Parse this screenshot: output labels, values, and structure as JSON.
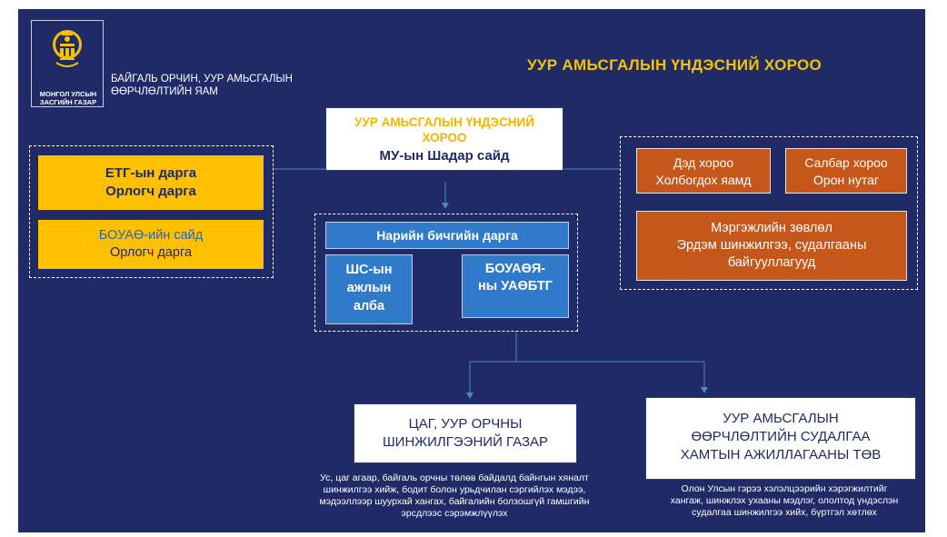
{
  "header": {
    "logo_text": "МОНГОЛ УЛСЫН ЗАСГИЙН ГАЗАР",
    "ministry": "БАЙГАЛЬ ОРЧИН, УУР АМЬСГАЛЫН ӨӨРЧЛӨЛТИЙН ЯАМ",
    "title": "УУР АМЬСГАЛЫН ҮНДЭСНИЙ ХОРОО"
  },
  "center": {
    "title": "УУР АМЬСГАЛЫН ҮНДЭСНИЙ ХОРОО",
    "subtitle": "МУ-ын Шадар сайд"
  },
  "left": {
    "box1_line1": "ЕТГ-ын дарга",
    "box1_line2": "Орлогч дарга",
    "box2_line1": "БОУАӨ-ийн сайд",
    "box2_line2": "Орлогч дарга"
  },
  "right": {
    "box1_line1": "Дэд хороо",
    "box1_line2": "Холбогдох яамд",
    "box2_line1": "Салбар хороо",
    "box2_line2": "Орон нутаг",
    "box3_line1": "Мэргэжлийн зөвлөл",
    "box3_line2": "Эрдэм шинжилгээ, судалгааны",
    "box3_line3": "байгууллагууд"
  },
  "middle": {
    "secretary": "Нарийн бичгийн дарга",
    "box_a_line1": "ШС-ын",
    "box_a_line2": "ажлын",
    "box_a_line3": "алба",
    "box_b_line1": "БОУАӨЯ-",
    "box_b_line2": "ны УАӨБТГ"
  },
  "bottom": {
    "left_title_line1": "ЦАГ, УУР ОРЧНЫ",
    "left_title_line2": "ШИНЖИЛГЭЭНИЙ ГАЗАР",
    "left_desc_line1": "Ус, цаг агаар, байгаль орчны төлөв байдалд байнгын хяналт",
    "left_desc_line2": "шинжилгээ хийж, бодит болон урьдчилан сэргийлэх мэдээ,",
    "left_desc_line3": "мэдээллээр шуурхай хангах, байгалийн болзошгүй гамшгийн",
    "left_desc_line4": "эрсдлээс сэрэмжлүүлэх",
    "right_title_line1": "УУР АМЬСГАЛЫН",
    "right_title_line2": "ӨӨРЧЛӨЛТИЙН СУДАЛГАА",
    "right_title_line3": "ХАМТЫН АЖИЛЛАГААНЫ ТӨВ",
    "right_desc_line1": "Олон Улсын гэрээ хэлэлцээрийн хэрэгжилтийг",
    "right_desc_line2": "хангаж, шинжлэх ухааны мэдлэг, ололтод үндэслэн",
    "right_desc_line3": "судалгаа шинжилгээ хийх, бүртгэл хөтлөх"
  },
  "colors": {
    "background": "#1f2a66",
    "accent_yellow": "#ffc000",
    "accent_orange": "#c5571a",
    "accent_blue": "#2f7ac9"
  }
}
